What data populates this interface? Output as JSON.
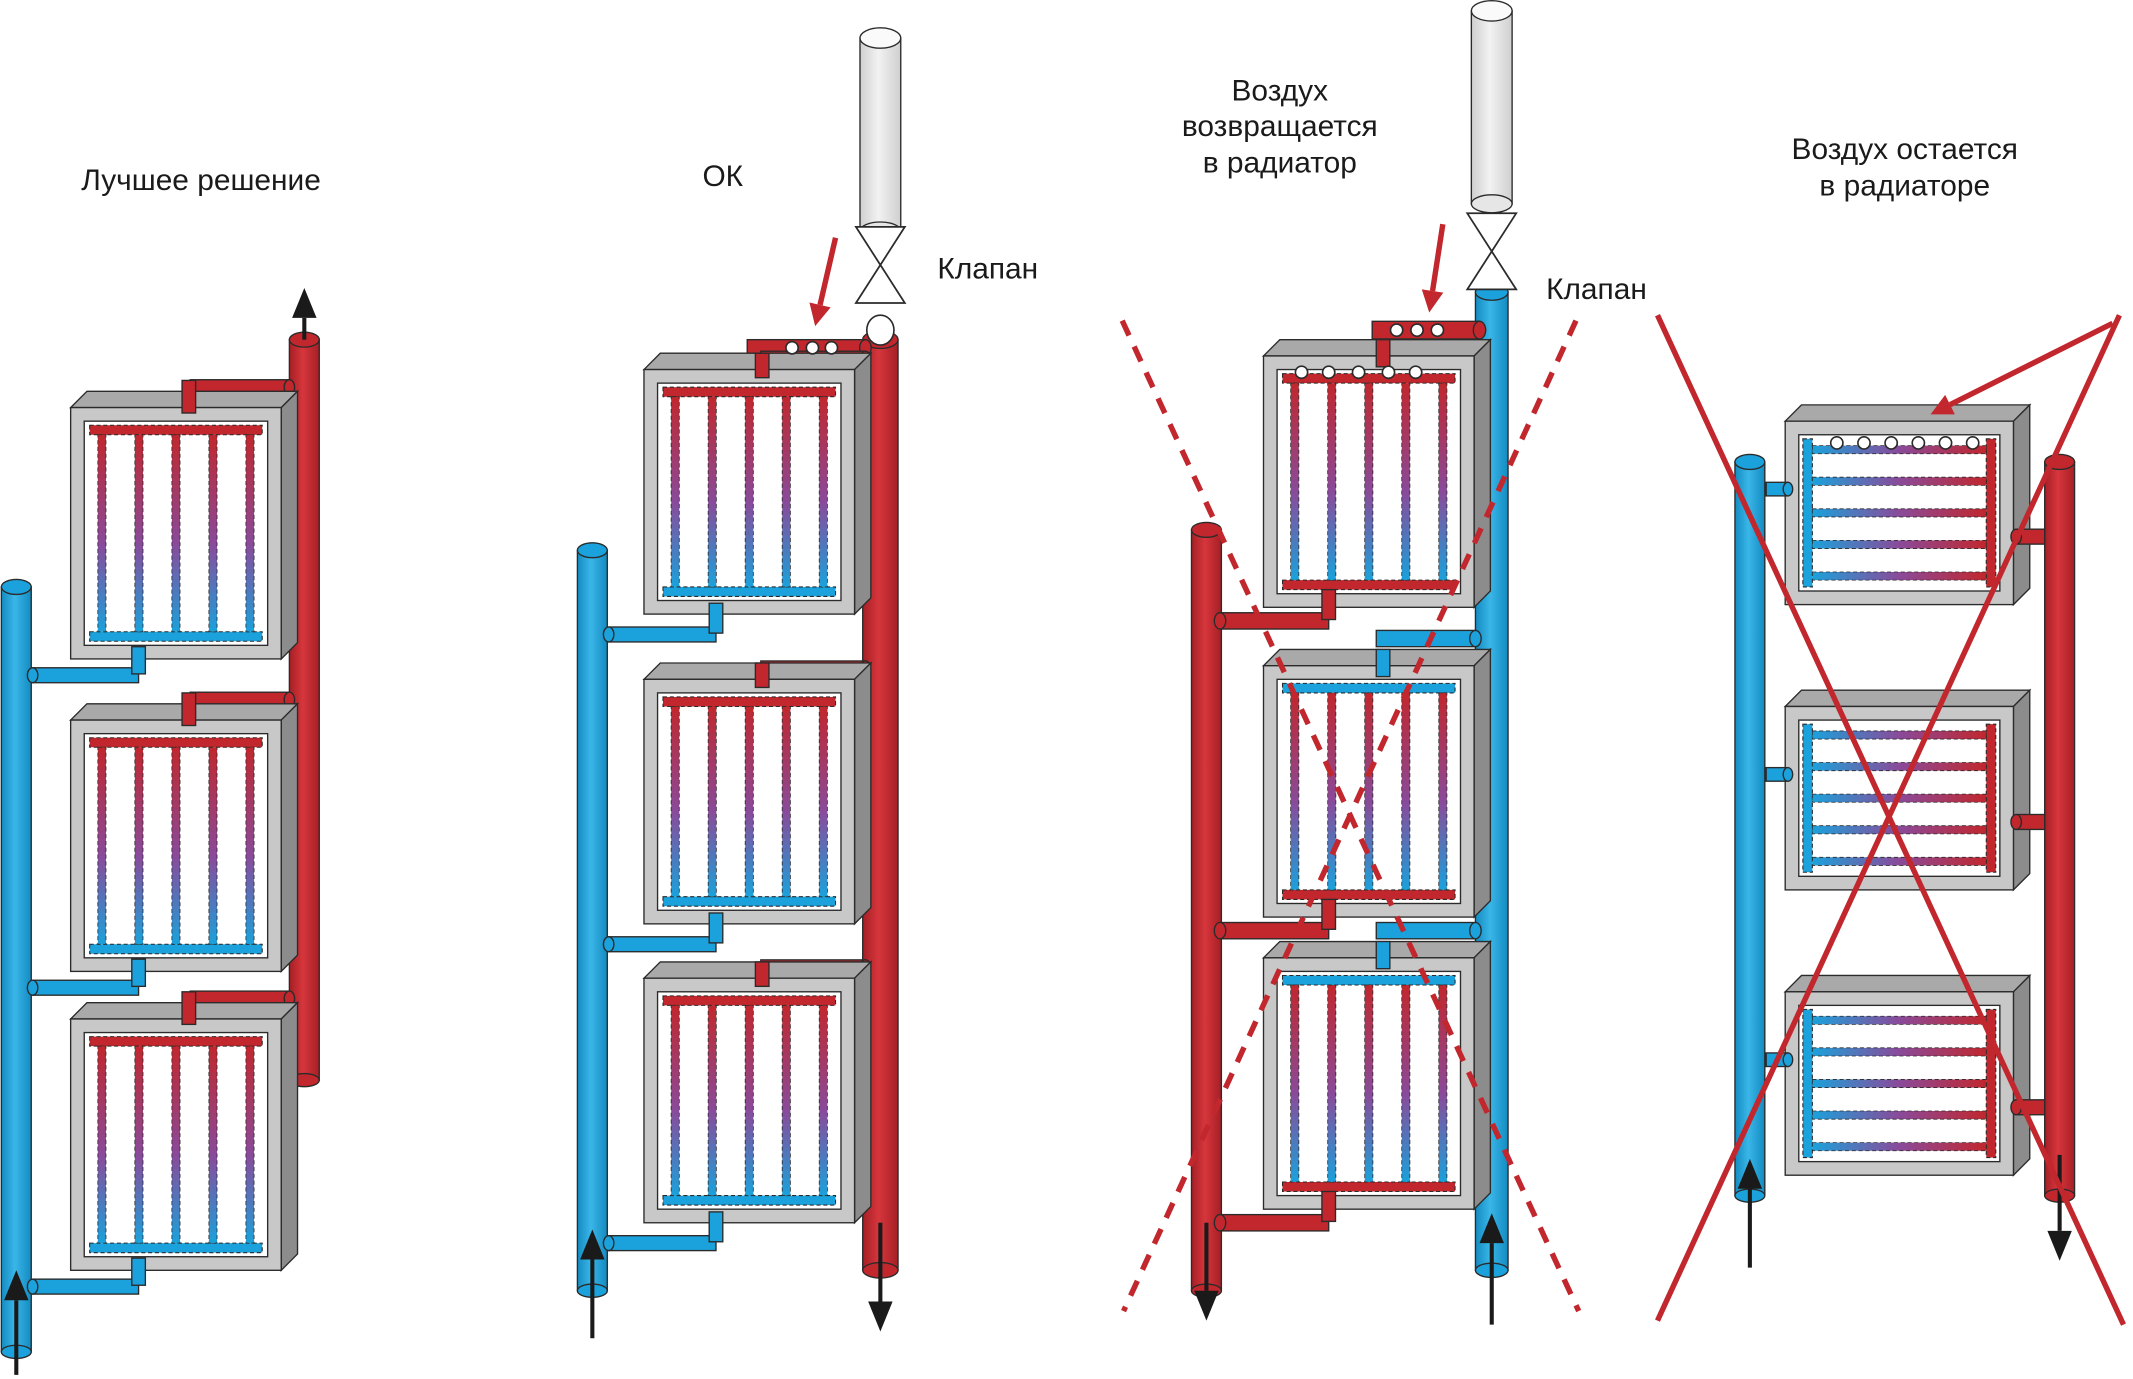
{
  "panels": [
    {
      "id": "best",
      "caption": [
        "Лучшее решение"
      ]
    },
    {
      "id": "ok",
      "caption": [
        "ОК"
      ],
      "valve_label": "Клапан"
    },
    {
      "id": "air-returns",
      "caption": [
        "Воздух",
        "возвращается",
        "в радиатор"
      ],
      "valve_label": "Клапан"
    },
    {
      "id": "air-stays",
      "caption": [
        "Воздух остается",
        "в радиаторе"
      ]
    }
  ],
  "colors": {
    "hot": "#c1272d",
    "cold": "#1ba1db",
    "frame_light": "#c8c8c8",
    "frame_dark": "#8c8c8c",
    "air_pipe": "#e6e6e6",
    "outline": "#2b2b2b",
    "arrow": "#1a1a1a"
  },
  "icons": [
    "up-arrow-icon",
    "down-arrow-icon",
    "valve-icon",
    "air-bubble-icon",
    "red-pointer-arrow-icon",
    "cross-out-icon"
  ]
}
